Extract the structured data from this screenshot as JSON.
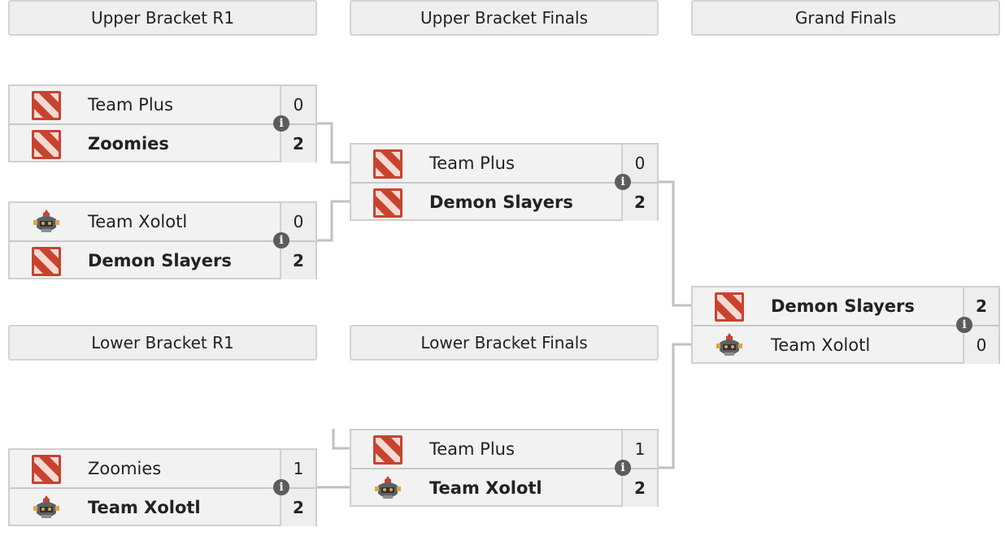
{
  "headers": {
    "upper_r1": "Upper Bracket R1",
    "upper_finals": "Upper Bracket Finals",
    "grand_finals": "Grand Finals",
    "lower_r1": "Lower Bracket R1",
    "lower_finals": "Lower Bracket Finals"
  },
  "matches": {
    "ub_r1_m1": {
      "top": {
        "team": "Team Plus",
        "score": "0",
        "logo": "dota-logo-icon"
      },
      "bottom": {
        "team": "Zoomies",
        "score": "2",
        "logo": "dota-logo-icon"
      }
    },
    "ub_r1_m2": {
      "top": {
        "team": "Team Xolotl",
        "score": "0",
        "logo": "xolotl-logo-icon"
      },
      "bottom": {
        "team": "Demon Slayers",
        "score": "2",
        "logo": "dota-logo-icon"
      }
    },
    "ub_final": {
      "top": {
        "team": "Team Plus",
        "score": "0",
        "logo": "dota-logo-icon"
      },
      "bottom": {
        "team": "Demon Slayers",
        "score": "2",
        "logo": "dota-logo-icon"
      }
    },
    "grand_final": {
      "top": {
        "team": "Demon Slayers",
        "score": "2",
        "logo": "dota-logo-icon"
      },
      "bottom": {
        "team": "Team Xolotl",
        "score": "0",
        "logo": "xolotl-logo-icon"
      }
    },
    "lb_r1": {
      "top": {
        "team": "Zoomies",
        "score": "1",
        "logo": "dota-logo-icon"
      },
      "bottom": {
        "team": "Team Xolotl",
        "score": "2",
        "logo": "xolotl-logo-icon"
      }
    },
    "lb_final": {
      "top": {
        "team": "Team Plus",
        "score": "1",
        "logo": "dota-logo-icon"
      },
      "bottom": {
        "team": "Team Xolotl",
        "score": "2",
        "logo": "xolotl-logo-icon"
      }
    }
  },
  "info_icon": "info-icon",
  "colors": {
    "dota_red": "#c8432e",
    "line": "#c8c8c8",
    "box_bg": "#f2f2f2"
  }
}
